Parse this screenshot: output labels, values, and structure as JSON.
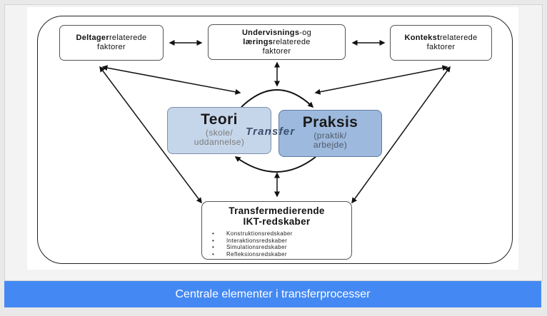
{
  "diagram": {
    "left_box": {
      "bold": "Deltager",
      "rest": "relaterede",
      "line2": "faktorer"
    },
    "middle_box": {
      "bold1": "Undervisnings",
      "rest1": "-og",
      "bold2": "lærings",
      "rest2": "relaterede",
      "line3": "faktorer"
    },
    "right_box": {
      "bold": "Kontekst",
      "rest": "relaterede",
      "line2": "faktorer"
    },
    "theory": {
      "title": "Teori",
      "sub1": "(skole/",
      "sub2": "uddannelse)"
    },
    "practice": {
      "title": "Praksis",
      "sub1": "(praktik/",
      "sub2": "arbejde)"
    },
    "transfer_label": "Transfer",
    "bottom_box": {
      "title1": "Transfermedierende",
      "title2": "IKT-redskaber",
      "bullet": "•",
      "items": [
        "Konstruktionsredskaber",
        "Interaktionsredskaber",
        "Simulationsredskaber",
        "Refleksionsredskaber"
      ]
    }
  },
  "caption": "Centrale elementer i transferprocesser",
  "colors": {
    "caption_bar": "#4489f3",
    "theory_fill": "#c6d6ea",
    "practice_fill": "#9db9dd"
  }
}
